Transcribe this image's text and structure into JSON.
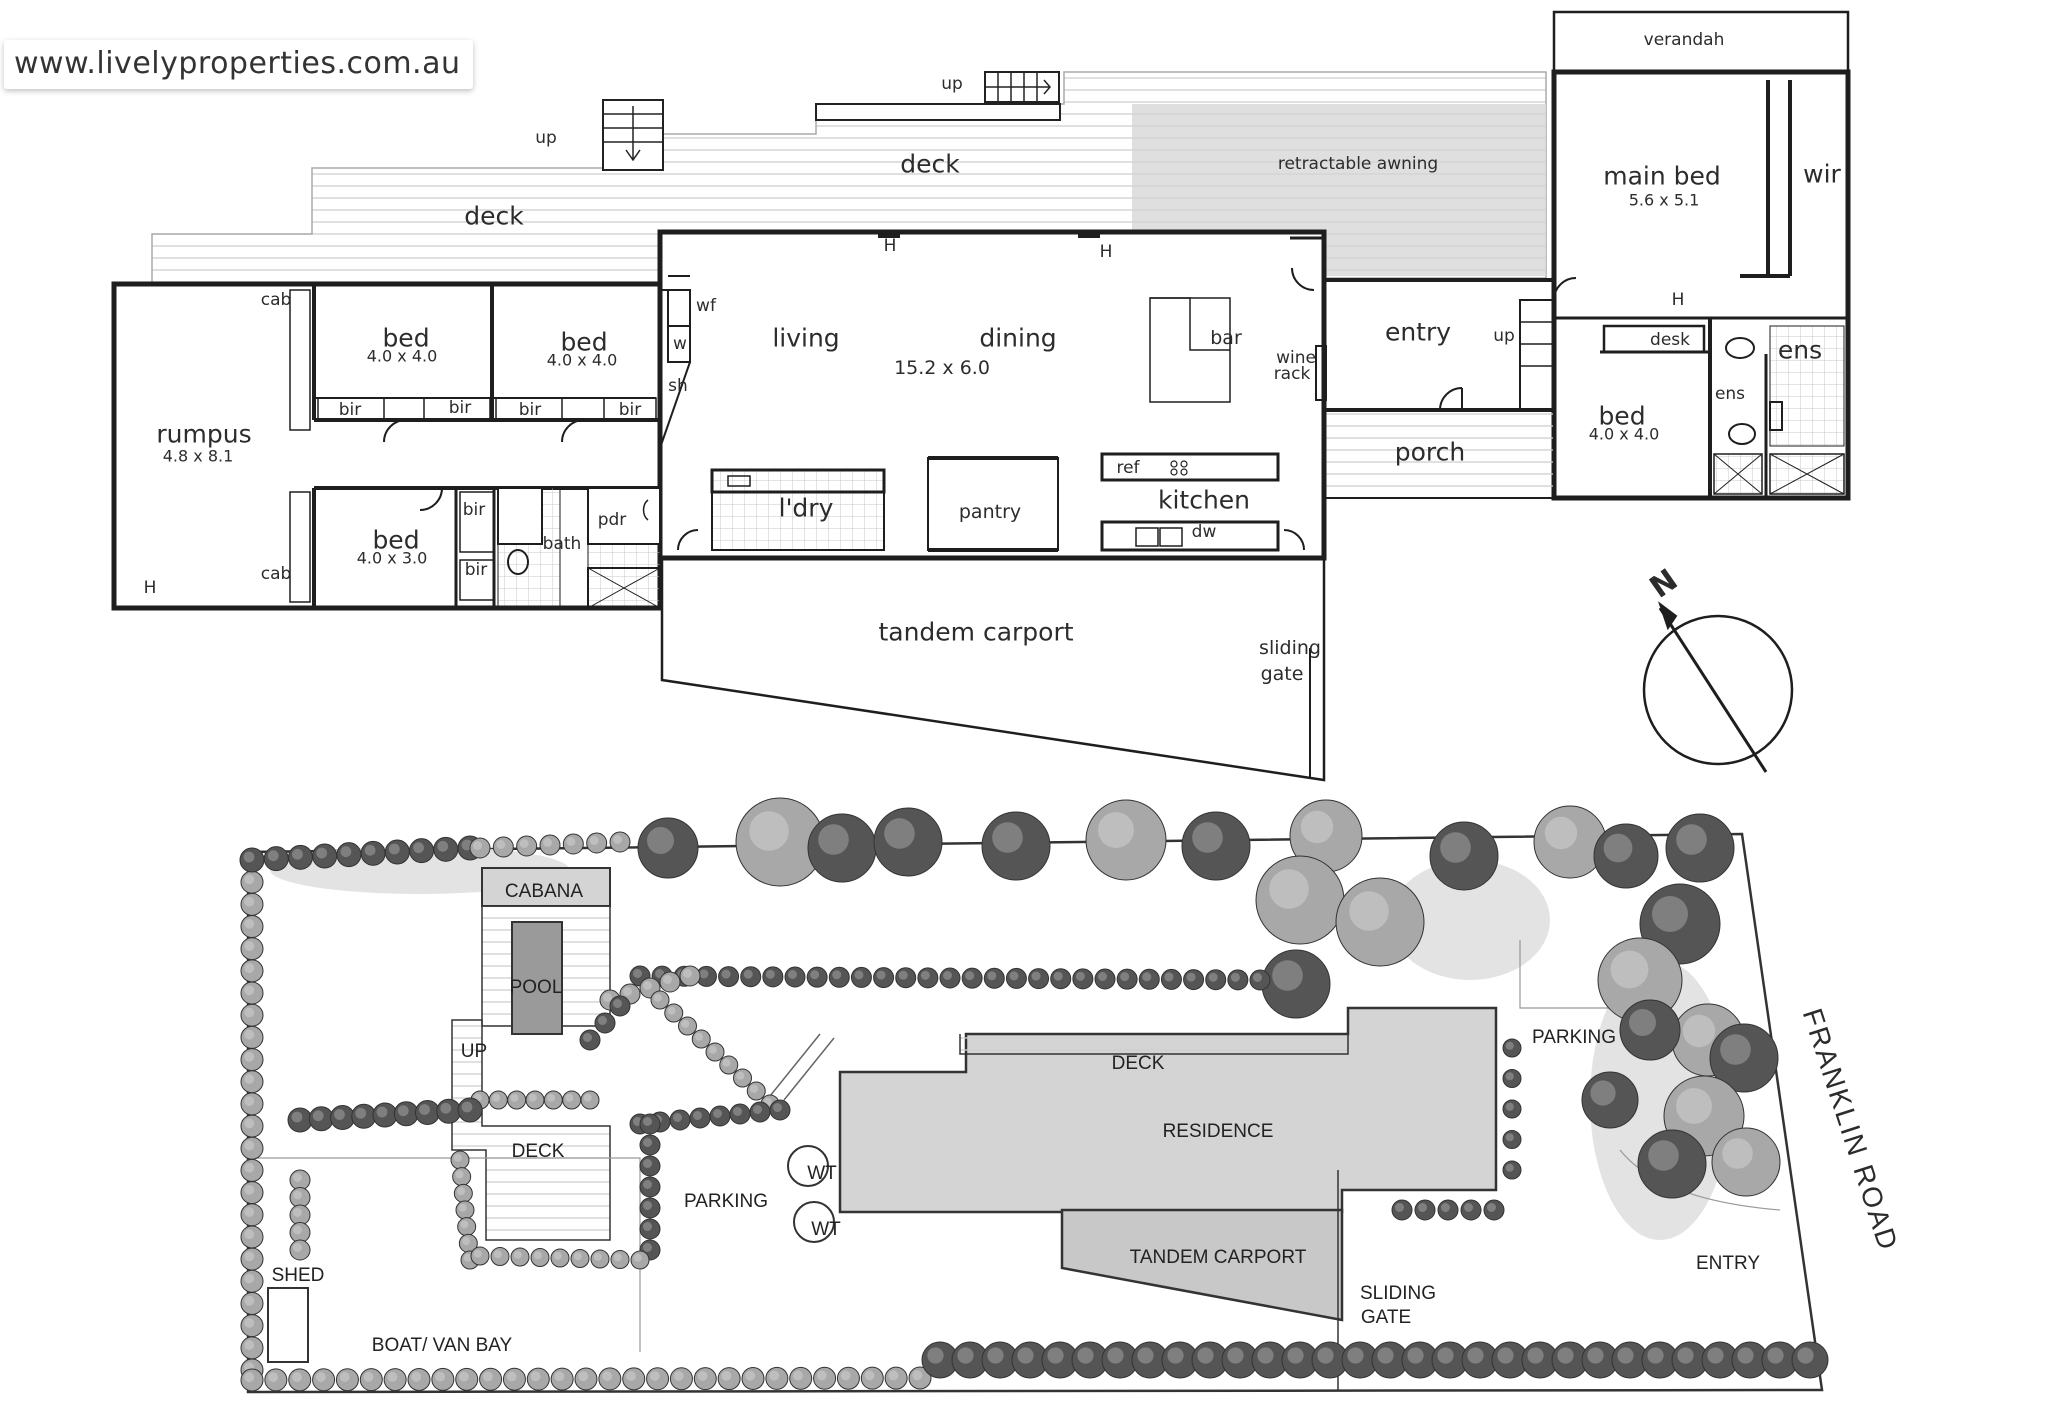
{
  "watermark": "www.livelyproperties.com.au",
  "floor_plan": {
    "rooms": {
      "verandah": "verandah",
      "up_top": "up",
      "up_left": "up",
      "deck_upper": "deck",
      "deck_lower": "deck",
      "retractable_awning": "retractable awning",
      "main_bed": "main bed",
      "main_bed_dim": "5.6 x 5.1",
      "wir": "wir",
      "living": "living",
      "dining": "dining",
      "living_dining_dim": "15.2 x 6.0",
      "bar": "bar",
      "wine_rack_1": "wine",
      "wine_rack_2": "rack",
      "entry": "entry",
      "up_entry": "up",
      "desk": "desk",
      "ens_main": "ens",
      "ens_small": "ens",
      "bed_east": "bed",
      "bed_east_dim": "4.0 x 4.0",
      "porch": "porch",
      "rumpus": "rumpus",
      "rumpus_dim": "4.8 x 8.1",
      "cab_top": "cab",
      "cab_bottom": "cab",
      "bed1": "bed",
      "bed1_dim": "4.0 x 4.0",
      "bed2": "bed",
      "bed2_dim": "4.0 x 4.0",
      "bir1": "bir",
      "bir2": "bir",
      "bir3": "bir",
      "bir4": "bir",
      "bir5": "bir",
      "bir6": "bir",
      "bed3": "bed",
      "bed3_dim": "4.0 x 3.0",
      "bath": "bath",
      "pdr": "pdr",
      "wf": "wf",
      "w": "w",
      "sh": "sh",
      "laundry": "l'dry",
      "pantry": "pantry",
      "ref": "ref",
      "kitchen": "kitchen",
      "dw": "dw",
      "heater_1": "H",
      "heater_2": "H",
      "heater_3": "H",
      "heater_4": "H",
      "tandem_carport": "tandem carport",
      "sliding_gate_1": "sliding",
      "sliding_gate_2": "gate",
      "north": "N"
    }
  },
  "site_plan": {
    "labels": {
      "cabana": "CABANA",
      "pool": "POOL",
      "up": "UP",
      "deck_pool": "DECK",
      "deck_house": "DECK",
      "residence": "RESIDENCE",
      "parking_left": "PARKING",
      "parking_right": "PARKING",
      "wt1": "WT",
      "wt2": "WT",
      "tandem_carport": "TANDEM CARPORT",
      "sliding_gate_1": "SLIDING",
      "sliding_gate_2": "GATE",
      "shed": "SHED",
      "boat_van_bay": "BOAT/ VAN BAY",
      "entry": "ENTRY",
      "road": "FRANKLIN ROAD"
    }
  },
  "colors": {
    "wall": "#1e1e1e",
    "deck_line": "#cfcfcf",
    "awning": "#d6d6d6",
    "building": "#d4d4d4",
    "tree_dark": "#555555",
    "tree_light": "#a8a8a8"
  }
}
